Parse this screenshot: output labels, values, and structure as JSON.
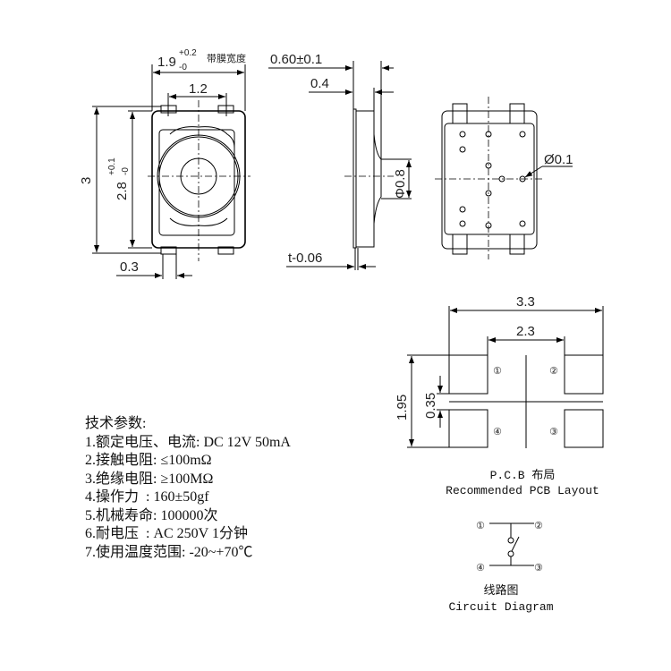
{
  "front_view": {
    "width_main": "1.9",
    "width_tol_plus": "+0.2",
    "width_tol_minus": "-0",
    "width_note": "带膜宽度",
    "pin_pitch": "1.2",
    "height": "3",
    "body_height": "2.8",
    "body_tol_plus": "+0.1",
    "body_tol_minus": "-0",
    "pin_width": "0.3"
  },
  "side_view": {
    "thickness": "0.60±0.1",
    "body_thickness": "0.4",
    "plunger_dia": "Φ0.8",
    "film": "t-0.06"
  },
  "bottom_view": {
    "hole_dia": "Ø0.1"
  },
  "pcb": {
    "overall_width": "3.3",
    "inner_gap": "2.3",
    "height": "1.95",
    "pad_gap": "0.35",
    "pads": [
      "①",
      "②",
      "④",
      "③"
    ],
    "title_cn": "P.C.B 布局",
    "title_en": "Recommended PCB Layout"
  },
  "circuit": {
    "pins": [
      "①",
      "②",
      "④",
      "③"
    ],
    "title_cn": "线路图",
    "title_en": "Circuit Diagram"
  },
  "specs": {
    "title": "技术参数:",
    "items": [
      "1.额定电压、电流: DC 12V 50mA",
      "2.接触电阻: ≤100mΩ",
      "3.绝缘电阻: ≥100MΩ",
      "4.操作力  : 160±50gf",
      "5.机械寿命: 100000次",
      "6.耐电压  : AC 250V 1分钟",
      "7.使用温度范围: -20~+70℃"
    ]
  }
}
